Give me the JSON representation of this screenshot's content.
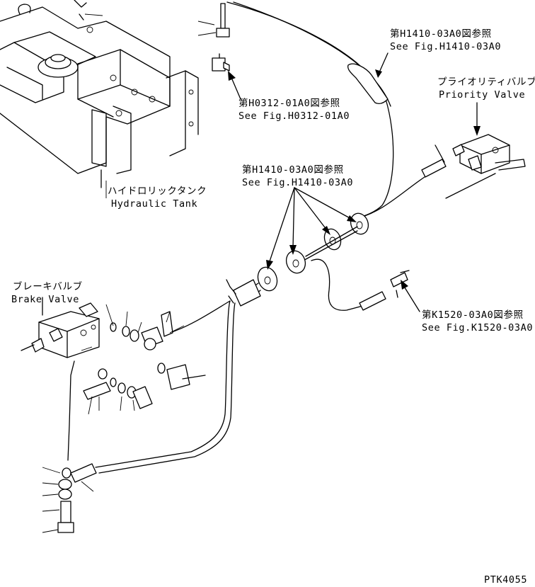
{
  "labels": {
    "ref_h1410_top_jp": "第H1410-03A0図参照",
    "ref_h1410_top_en": "See Fig.H1410-03A0",
    "priority_valve_jp": "プライオリティバルブ",
    "priority_valve_en": "Priority Valve",
    "ref_h0312_jp": "第H0312-01A0図参照",
    "ref_h0312_en": "See Fig.H0312-01A0",
    "ref_h1410_mid_jp": "第H1410-03A0図参照",
    "ref_h1410_mid_en": "See Fig.H1410-03A0",
    "hydraulic_tank_jp": "ハイドロリックタンク",
    "hydraulic_tank_en": "Hydraulic Tank",
    "brake_valve_jp": "ブレーキバルブ",
    "brake_valve_en": "Brake Valve",
    "ref_k1520_jp": "第K1520-03A0図参照",
    "ref_k1520_en": "See Fig.K1520-03A0",
    "figure_code": "PTK4055"
  },
  "colors": {
    "ink": "#000000",
    "paper": "#ffffff"
  }
}
